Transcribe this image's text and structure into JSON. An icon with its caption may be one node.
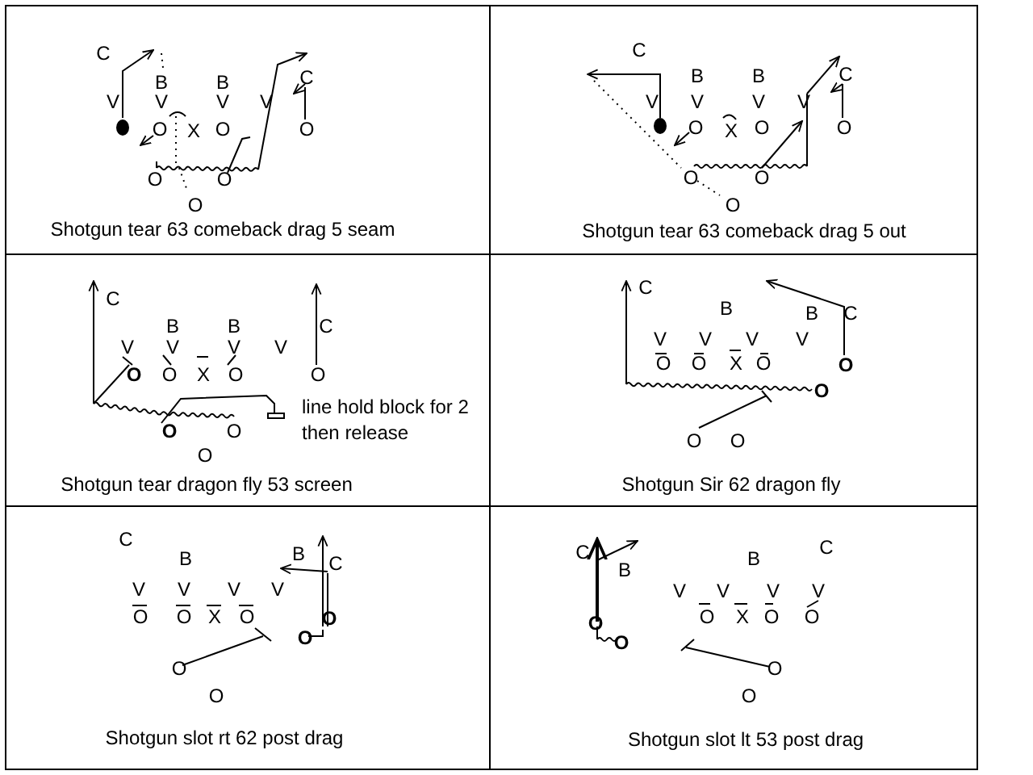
{
  "diagram": {
    "nodes": [
      {
        "text": [
          "Shotgun tear 63 comeback drag 5 seam"
        ]
      },
      {
        "text": [
          "Shotgun tear 63 comeback drag 5 out"
        ]
      },
      {
        "text": [
          "Shotgun tear dragon fly 53 screen"
        ]
      },
      {
        "text": [
          "Shotgun  Sir 62 dragon fly"
        ]
      },
      {
        "text": [
          "Shotgun slot rt 62 post drag"
        ]
      },
      {
        "text": [
          "Shotgun slot lt 53 post drag"
        ]
      }
    ],
    "labels": [
      "C",
      "B",
      "B",
      "C",
      "V",
      "V",
      "V",
      "V",
      "O",
      "X",
      "O",
      "O",
      "O",
      "O",
      "O",
      "C",
      "B",
      "B",
      "C",
      "V",
      "V",
      "V",
      "V",
      "O",
      "X",
      "O",
      "O",
      "O",
      "O",
      "O",
      "C",
      "B",
      "B",
      "C",
      "V",
      "V",
      "V",
      "V",
      "O",
      "O",
      "X",
      "O",
      "O",
      "line hold block for 2 then release",
      "O",
      "O",
      "O",
      "C",
      "B",
      "B",
      "C",
      "V",
      "V",
      "V",
      "V",
      "O",
      "O",
      "X",
      "O",
      "O",
      "O",
      "O",
      "O",
      "C",
      "B",
      "B",
      "C",
      "V",
      "V",
      "V",
      "V",
      "O",
      "O",
      "X",
      "O",
      "O",
      "O",
      "O",
      "O",
      "C",
      "B",
      "B",
      "C",
      "V",
      "V",
      "V",
      "V",
      "O",
      "O",
      "X",
      "O",
      "O",
      "O",
      "O",
      "O"
    ]
  }
}
